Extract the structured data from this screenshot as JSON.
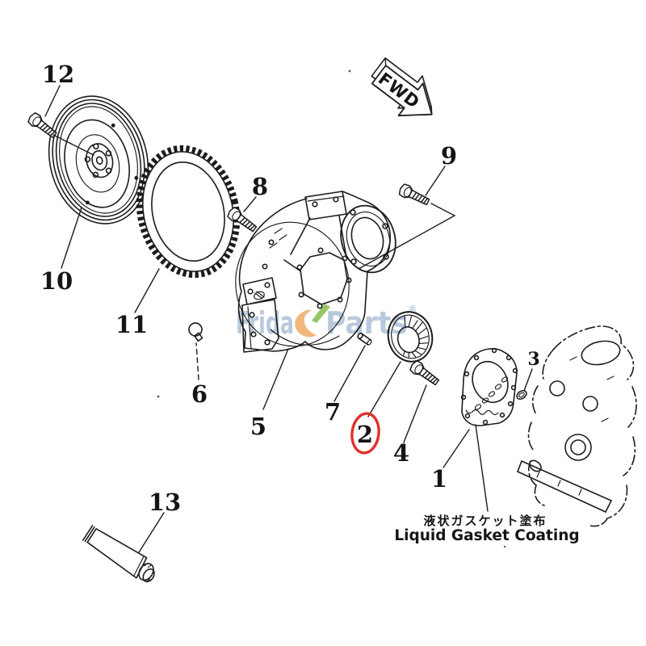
{
  "page": {
    "background": "#ffffff"
  },
  "diagram": {
    "fwd_label": "FWD",
    "note": {
      "jp": "液状ガスケット塗布",
      "en": "Liquid Gasket Coating"
    },
    "callouts": {
      "c1": "1",
      "c2": "2",
      "c3": "3",
      "c4": "4",
      "c5": "5",
      "c6": "6",
      "c7": "7",
      "c8": "8",
      "c9": "9",
      "c10": "10",
      "c11": "11",
      "c12": "12",
      "c13": "13"
    },
    "highlight_color": "#e0312a",
    "line_color": "#1c1c1c"
  },
  "watermark": {
    "word1": "Frida",
    "word2": "Parts",
    "reg": "®",
    "text_color": "#a7bbd5",
    "swoosh_orange": "#efa55e",
    "swoosh_green": "#7cb83e"
  }
}
